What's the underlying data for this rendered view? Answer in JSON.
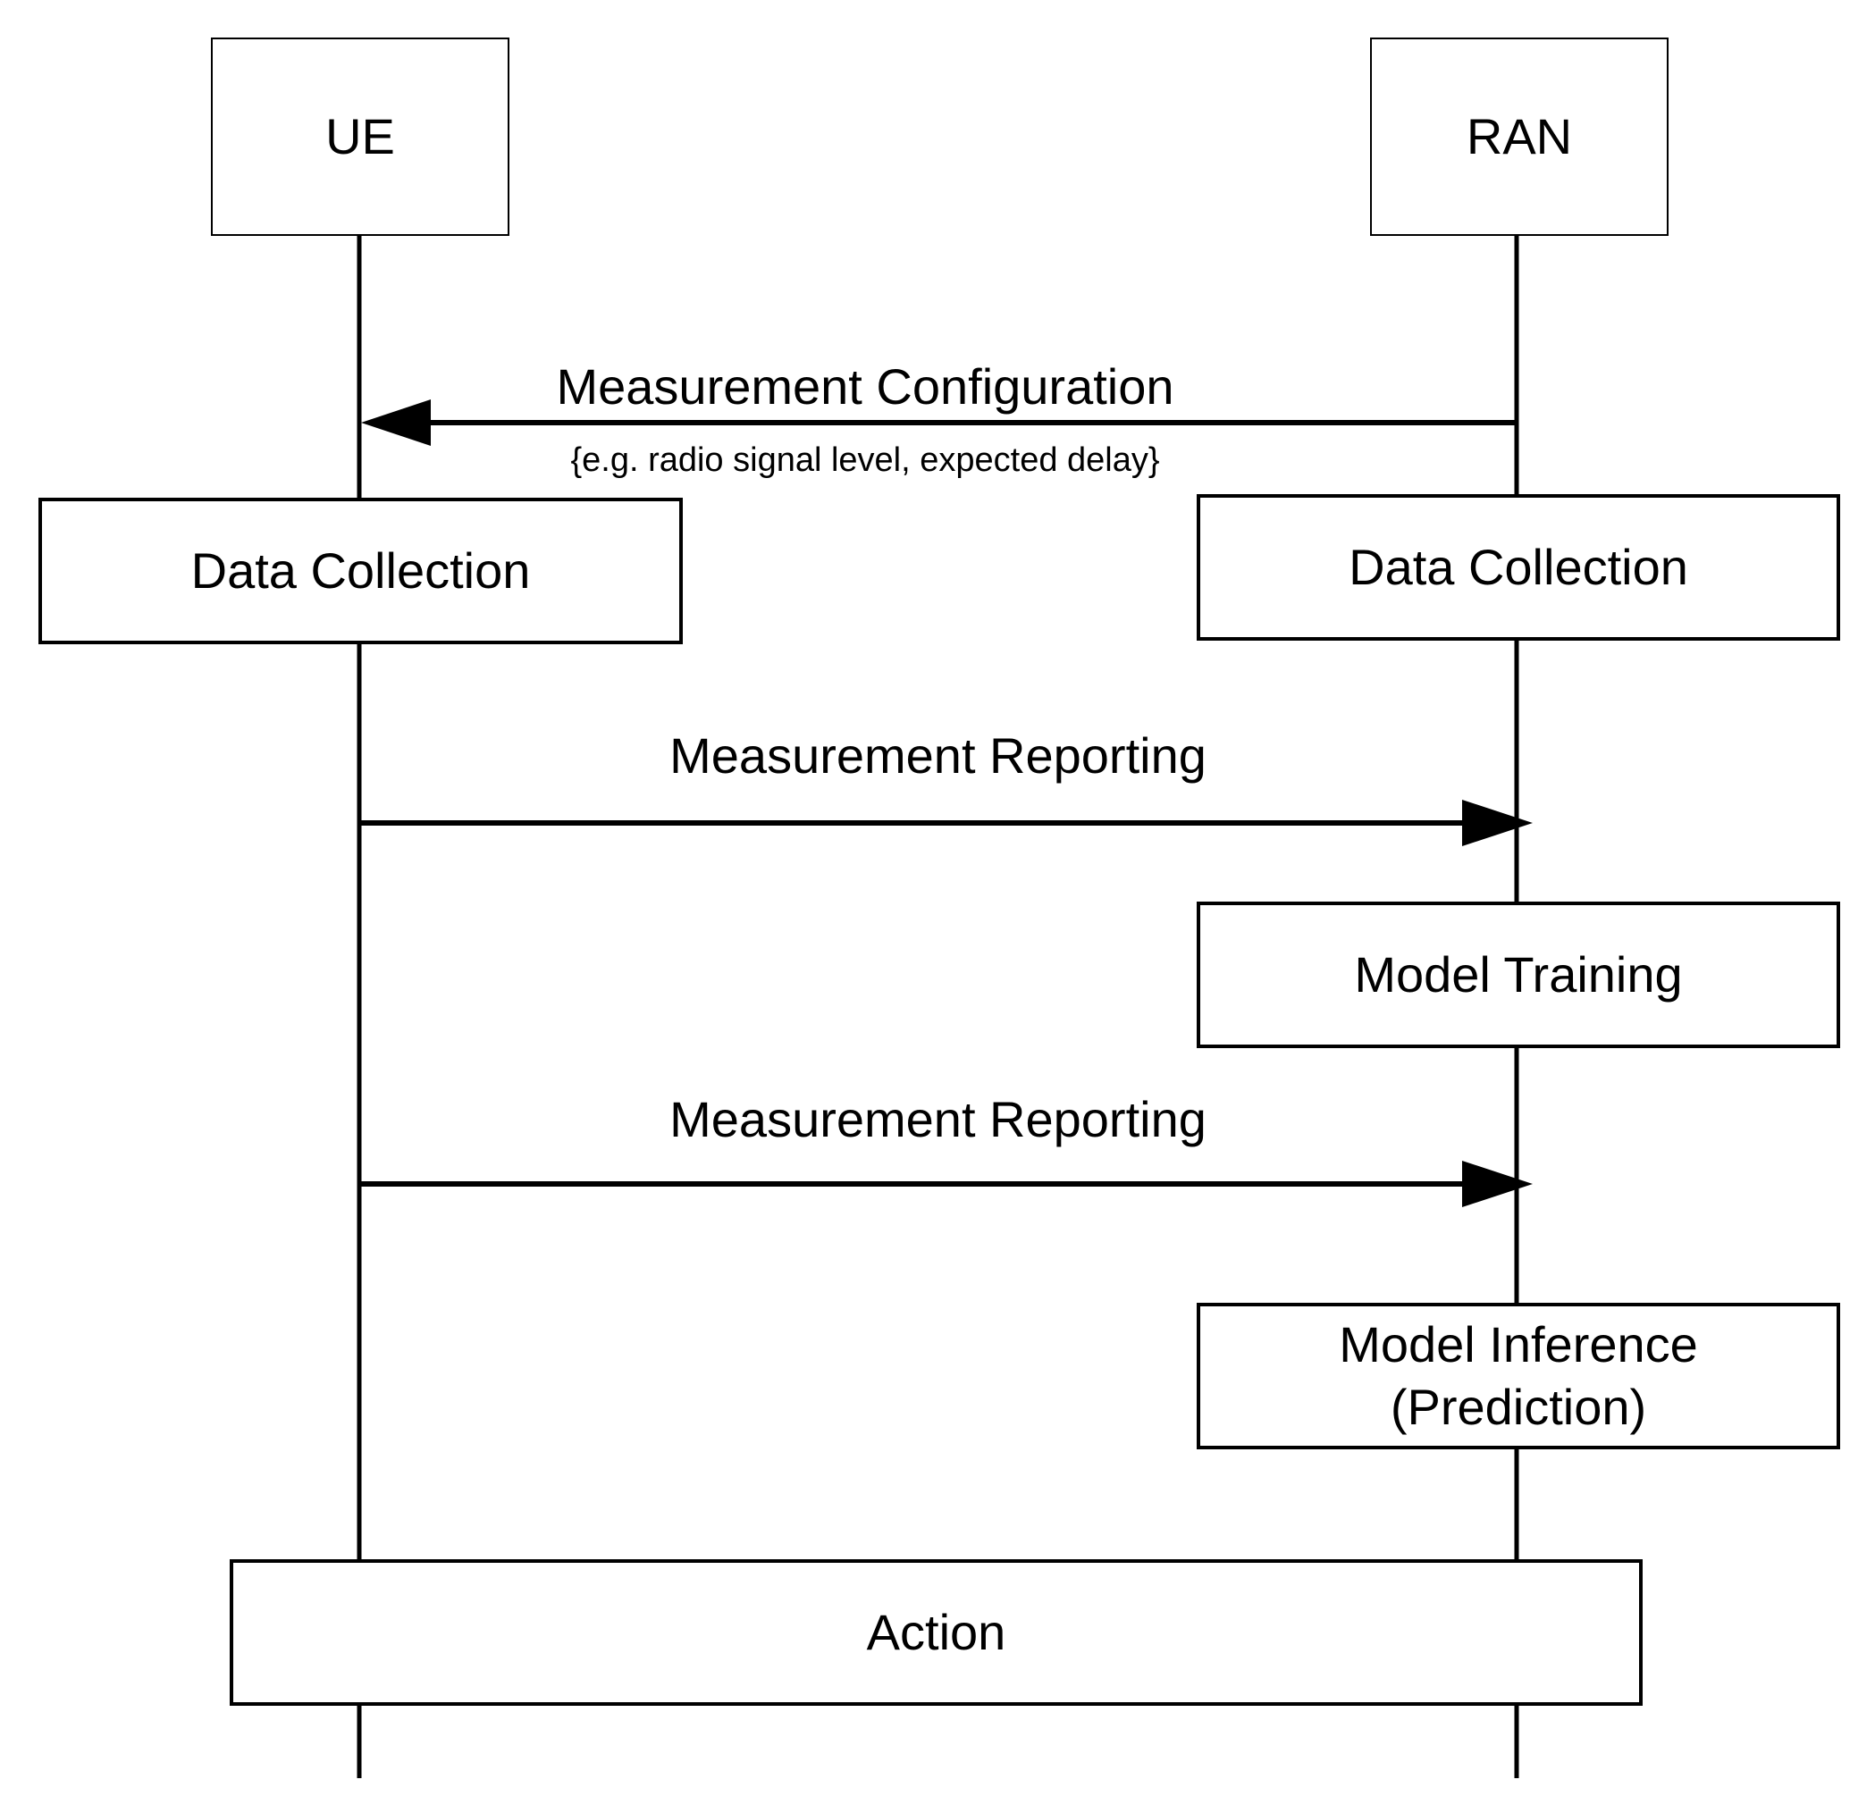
{
  "participants": {
    "ue": "UE",
    "ran": "RAN"
  },
  "messages": {
    "config_label": "Measurement Configuration",
    "config_note": "{e.g. radio signal level, expected delay}",
    "report_1_label": "Measurement Reporting",
    "report_2_label": "Measurement Reporting"
  },
  "steps": {
    "ue_data_collection": "Data Collection",
    "ran_data_collection": "Data Collection",
    "model_training": "Model Training",
    "model_inference": "Model Inference\n(Prediction)",
    "action": "Action"
  }
}
